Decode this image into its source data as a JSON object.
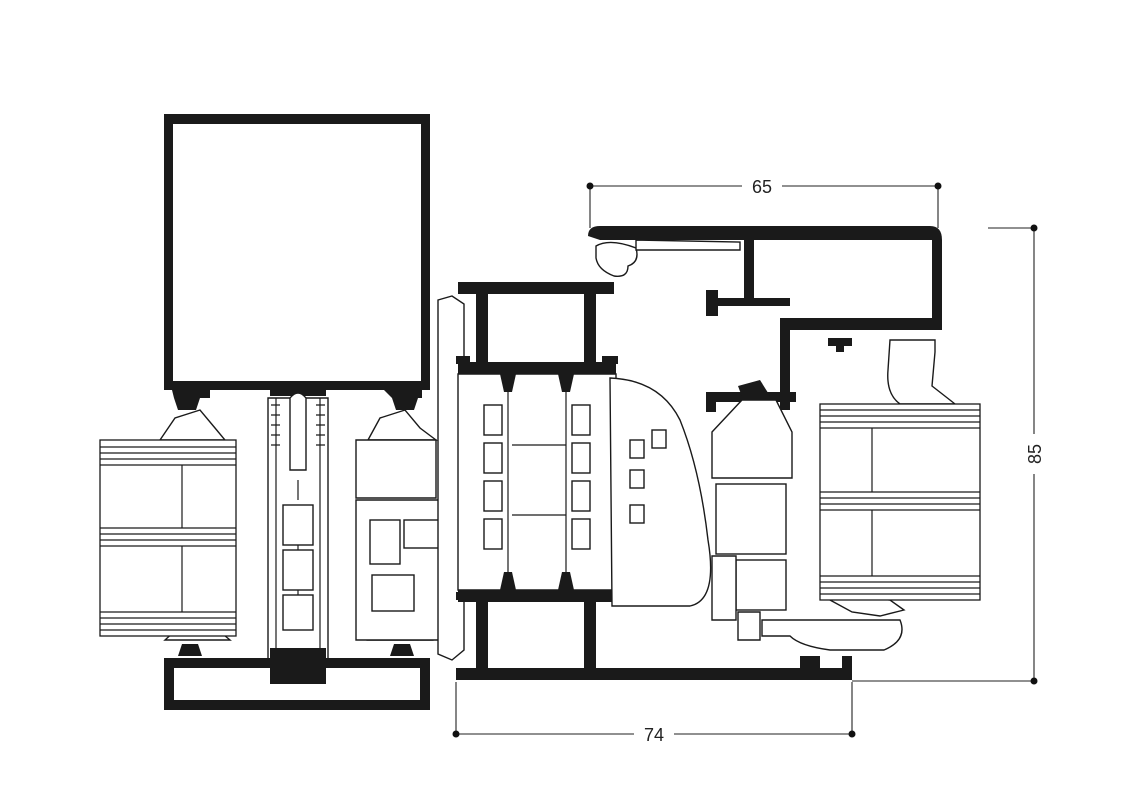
{
  "dimensions": {
    "top_width": "65",
    "bottom_width": "74",
    "height": "85"
  },
  "colors": {
    "profile": "#1a1a1a",
    "background": "#ffffff",
    "dimension_lines": "#222222"
  }
}
